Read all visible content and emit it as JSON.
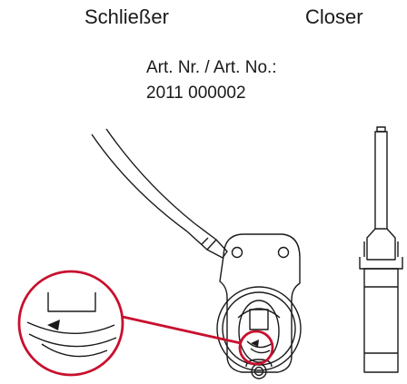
{
  "titles": {
    "de": "Schließer",
    "en": "Closer"
  },
  "article": {
    "label": "Art. Nr. / Art. No.:",
    "number": "2011 000002"
  },
  "colors": {
    "accent": "#c8102e",
    "line": "#1a1a1a"
  }
}
